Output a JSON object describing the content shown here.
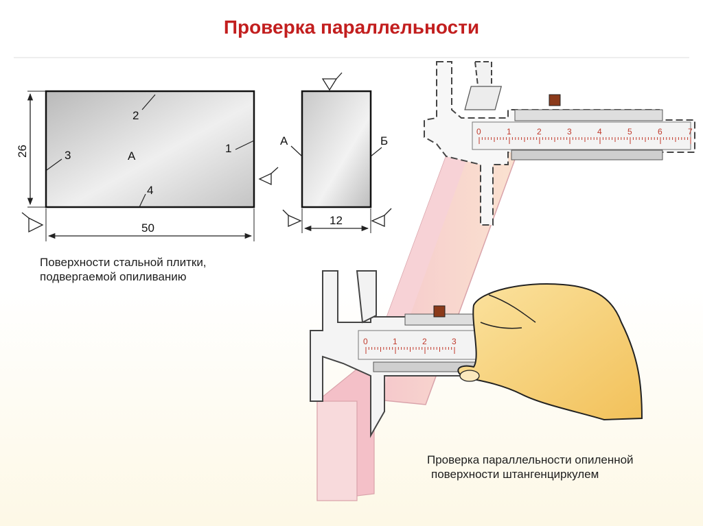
{
  "title": "Проверка параллельности",
  "plate": {
    "face_label": "А",
    "edge_labels": [
      "1",
      "2",
      "3",
      "4"
    ],
    "height_dim": "26",
    "width_dim": "50"
  },
  "side_view": {
    "left_label": "А",
    "right_label": "Б",
    "width_dim": "12"
  },
  "caliper_scale": {
    "upper_ticks": [
      "0",
      "1",
      "2",
      "3",
      "4",
      "5",
      "6",
      "7"
    ],
    "lower_ticks": [
      "0",
      "1",
      "2",
      "3"
    ]
  },
  "captions": {
    "left_line1": "Поверхности стальной плитки,",
    "left_line2": "подвергаемой опиливанию",
    "right_line1": "Проверка параллельности опиленной",
    "right_line2": "поверхности штангенциркулем"
  },
  "colors": {
    "title": "#c21e1e",
    "scale": "#c0392b",
    "workpiece": "#f3c6cc",
    "skin": "#f6d585"
  }
}
